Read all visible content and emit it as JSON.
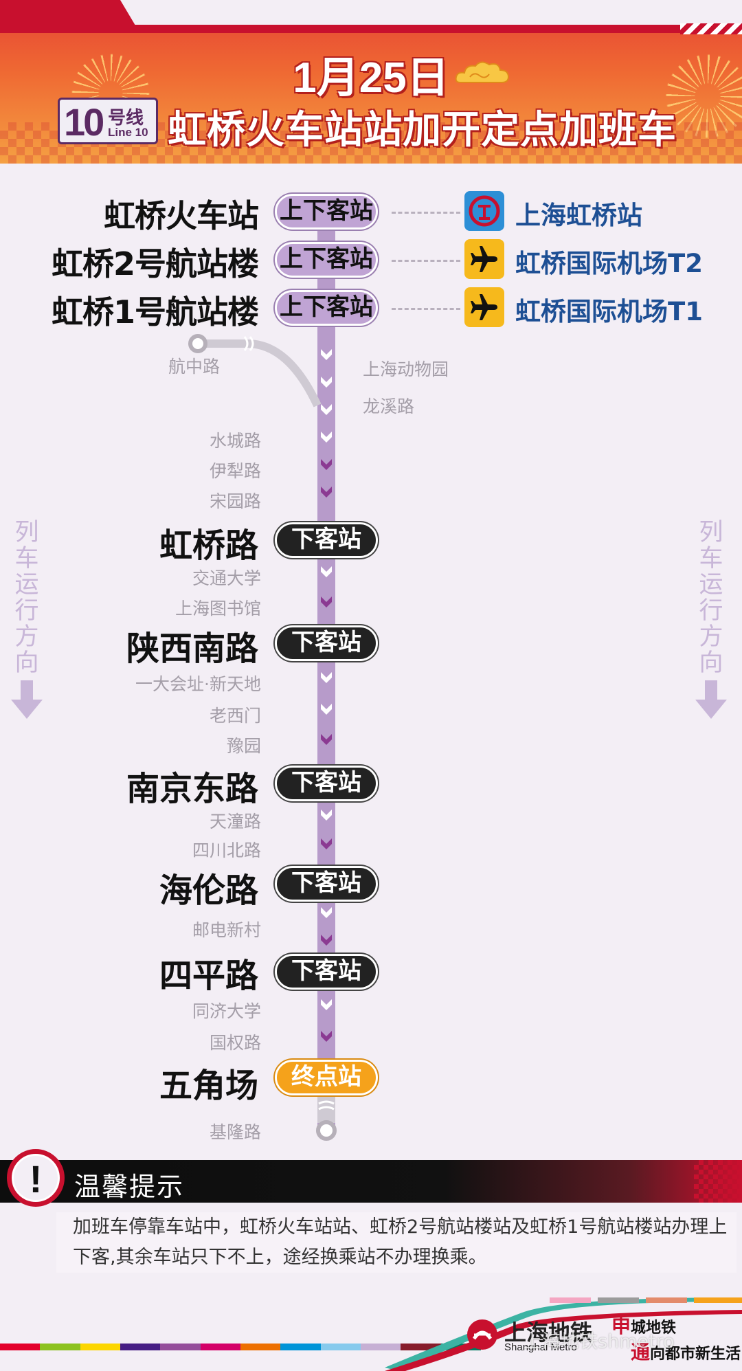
{
  "header": {
    "date": "1月25日",
    "line_number": "10",
    "line_hao": "号线",
    "line_en": "Line 10",
    "title": "虹桥火车站站加开定点加班车"
  },
  "pills": {
    "board": "上下客站",
    "alight": "下客站",
    "terminal": "终点站"
  },
  "transfers": [
    {
      "label": "上海虹桥站",
      "icon": "railway-icon"
    },
    {
      "label": "虹桥国际机场T2",
      "icon": "airplane-icon"
    },
    {
      "label": "虹桥国际机场T1",
      "icon": "airplane-icon"
    }
  ],
  "major_stations": {
    "hongqiao_railway": "虹桥火车站",
    "hongqiao_t2": "虹桥2号航站楼",
    "hongqiao_t1": "虹桥1号航站楼",
    "hongqiao_road": "虹桥路",
    "shaanxi_south": "陕西南路",
    "nanjing_east": "南京东路",
    "hailun": "海伦路",
    "siping": "四平路",
    "wujiaochang": "五角场"
  },
  "minor_stations": {
    "hangzhong": "航中路",
    "zoo": "上海动物园",
    "longxi": "龙溪路",
    "shuicheng": "水城路",
    "yili": "伊犁路",
    "songyuan": "宋园路",
    "jiaotong": "交通大学",
    "library": "上海图书馆",
    "xintiandi": "一大会址·新天地",
    "laoximen": "老西门",
    "yuyuan": "豫园",
    "tiantong": "天潼路",
    "sichuan_north": "四川北路",
    "youdian": "邮电新村",
    "tongji": "同济大学",
    "guoquan": "国权路",
    "jilong": "基隆路"
  },
  "direction": [
    "列",
    "车",
    "运",
    "行",
    "方",
    "向"
  ],
  "notice": {
    "icon": "exclamation-icon",
    "mark": "!",
    "title": "温馨提示",
    "text": "加班车停靠车站中，虹桥火车站站、虹桥2号航站楼站及虹桥1号航站楼站办理上下客,其余车站只下不上，途经换乘站不办理换乘。"
  },
  "footer": {
    "logo_cn": "上海地铁",
    "logo_en": "Shanghai Metro",
    "slogan_red1": "申",
    "slogan_line1": "城地铁",
    "slogan_red2": "通",
    "slogan_line2": "向都市新生活",
    "watermark": "上海地铁shmetro"
  },
  "colors": {
    "header_red": "#e64234",
    "line10_purple": "#b79bca",
    "pill_board": "#c0a4d4",
    "pill_alight": "#222222",
    "pill_terminal": "#f5a21b",
    "transfer_text": "#1d4f94",
    "metro_red": "#c8102e"
  }
}
